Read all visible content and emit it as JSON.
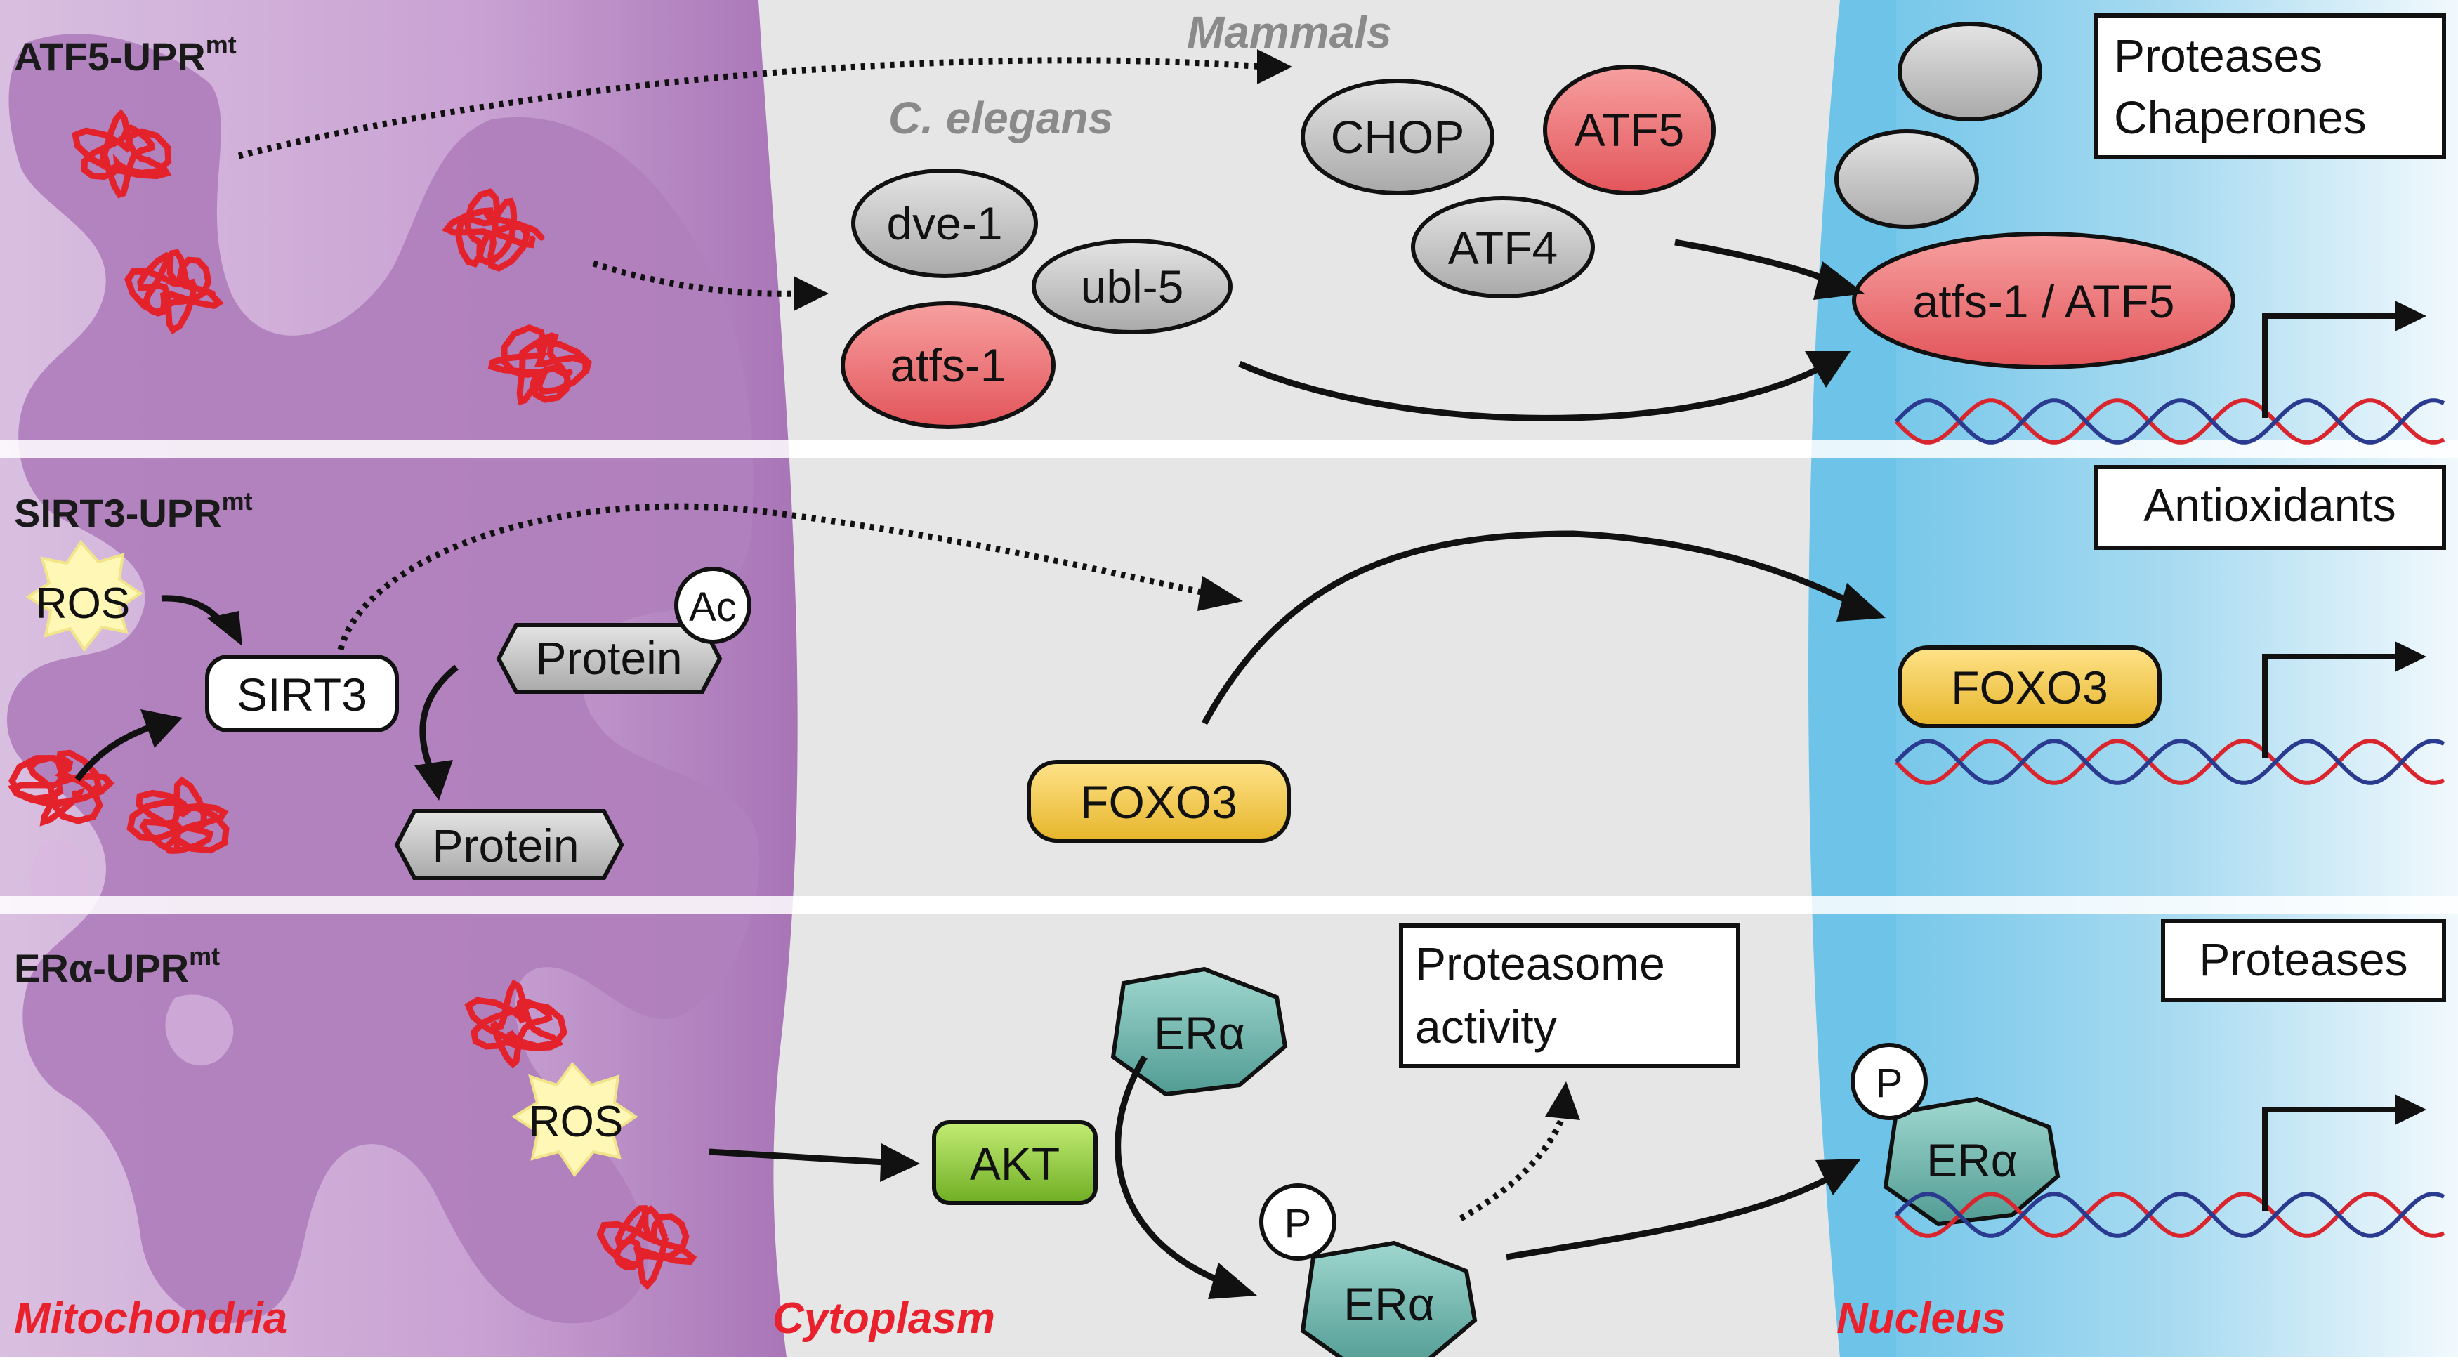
{
  "panels": {
    "atf5": {
      "title": "ATF5-UPR",
      "superscript": "mt"
    },
    "sirt3": {
      "title": "SIRT3-UPR",
      "superscript": "mt"
    },
    "era": {
      "title": "ERα-UPR",
      "superscript": "mt"
    }
  },
  "compartments": {
    "mitochondria": "Mitochondria",
    "cytoplasm": "Cytoplasm",
    "nucleus": "Nucleus"
  },
  "atf5_pathway": {
    "species_mammals": "Mammals",
    "species_c_elegans": "C. elegans",
    "chop": "CHOP",
    "atf5": "ATF5",
    "atf4": "ATF4",
    "dve1": "dve-1",
    "ubl5": "ubl-5",
    "atfs1": "atfs-1",
    "nuclear_factor": "atfs-1 / ATF5",
    "target_line1": "Proteases",
    "target_line2": "Chaperones"
  },
  "sirt3_pathway": {
    "ros": "ROS",
    "sirt3": "SIRT3",
    "acetyl": "Ac",
    "protein_acetylated": "Protein",
    "protein_deacetylated": "Protein",
    "foxo3_cytoplasm": "FOXO3",
    "foxo3_nucleus": "FOXO3",
    "target": "Antioxidants"
  },
  "era_pathway": {
    "ros": "ROS",
    "akt": "AKT",
    "era_cytoplasm": "ERα",
    "era_phosphorylated": "ERα",
    "phospho_cyto": "P",
    "era_nucleus": "ERα",
    "phospho_nucleus": "P",
    "proteasome_line1": "Proteasome",
    "proteasome_line2": "activity",
    "target": "Proteases"
  },
  "colors": {
    "panel_gray": "#e6e6e6",
    "mito_purple": "#b07fbd",
    "mito_light": "#d9b8df",
    "nucleus_blue": "#86cbea",
    "red_protein": "#ec6b6e",
    "gray_protein": "#c4c4c4",
    "foxo3_yellow": "#f2c744",
    "akt_green": "#8ccc3c",
    "era_teal": "#6fb9b1",
    "ros_burst": "#fff7b5",
    "label_red": "#e8212d"
  }
}
